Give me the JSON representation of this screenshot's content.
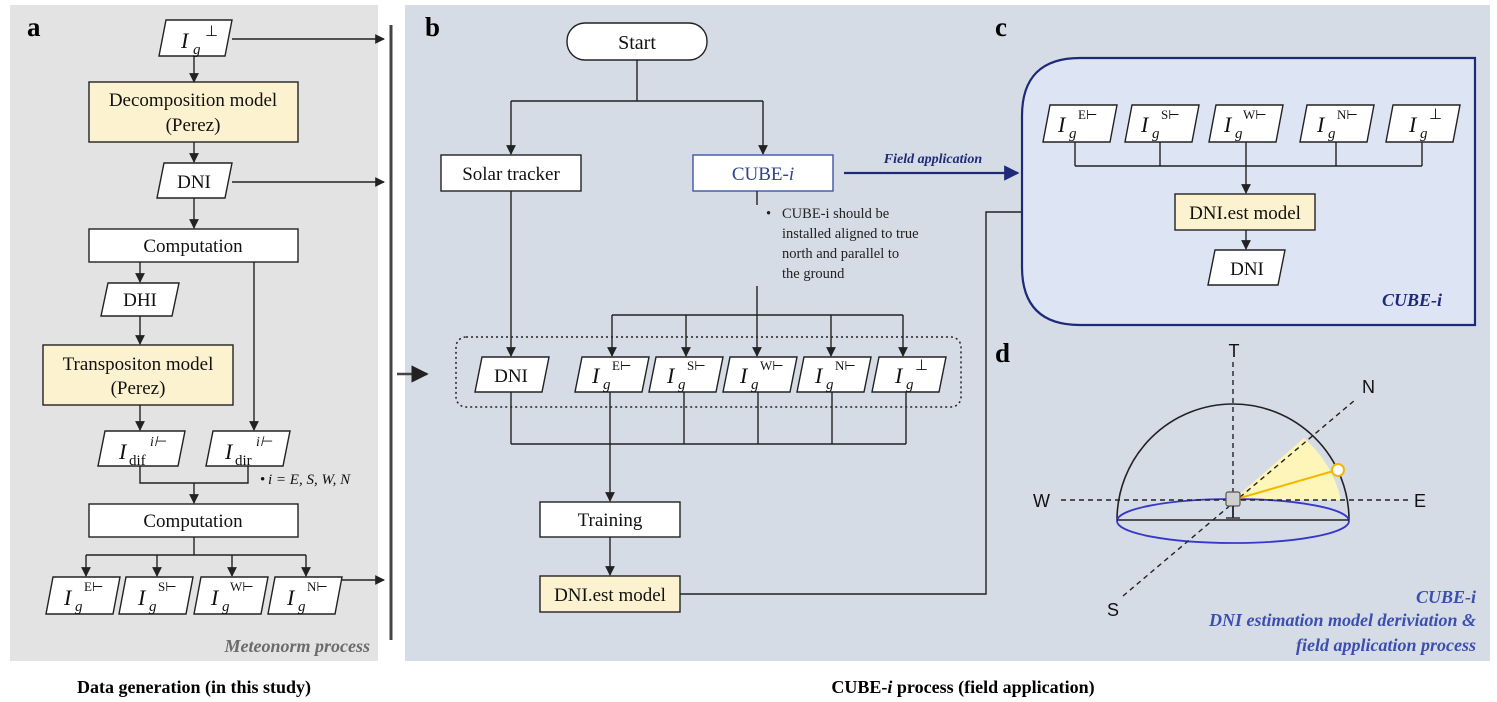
{
  "panels": {
    "a": "a",
    "b": "b",
    "c": "c",
    "d": "d"
  },
  "panel_a": {
    "ig_perp": {
      "sym": "I",
      "sub": "g",
      "sup": "⊥"
    },
    "decomp_line1": "Decomposition model",
    "decomp_line2": "(Perez)",
    "dni": "DNI",
    "computation1": "Computation",
    "dhi": "DHI",
    "transp_line1": "Transpositon model",
    "transp_line2": "(Perez)",
    "idif": {
      "sym": "I",
      "sub": "dif",
      "sup": "i⊢"
    },
    "idir": {
      "sym": "I",
      "sub": "dir",
      "sup": "i⊢"
    },
    "note": "i = E, S, W, N",
    "computation2": "Computation",
    "outputs": [
      {
        "sym": "I",
        "sub": "g",
        "sup": "E⊢"
      },
      {
        "sym": "I",
        "sub": "g",
        "sup": "S⊢"
      },
      {
        "sym": "I",
        "sub": "g",
        "sup": "W⊢"
      },
      {
        "sym": "I",
        "sub": "g",
        "sup": "N⊢"
      }
    ],
    "process_label": "Meteonorm process"
  },
  "panel_b": {
    "start": "Start",
    "solar_tracker": "Solar tracker",
    "cube_prefix": "CUBE-",
    "cube_i": "i",
    "field_application": "Field application",
    "note_lines": [
      "CUBE-i should be",
      "installed aligned to true",
      "north and parallel to",
      "the ground"
    ],
    "dni": "DNI",
    "inputs": [
      {
        "sym": "I",
        "sub": "g",
        "sup": "E⊢"
      },
      {
        "sym": "I",
        "sub": "g",
        "sup": "S⊢"
      },
      {
        "sym": "I",
        "sub": "g",
        "sup": "W⊢"
      },
      {
        "sym": "I",
        "sub": "g",
        "sup": "N⊢"
      },
      {
        "sym": "I",
        "sub": "g",
        "sup": "⊥"
      }
    ],
    "training": "Training",
    "model": "DNI.est model"
  },
  "panel_c": {
    "inputs": [
      {
        "sym": "I",
        "sub": "g",
        "sup": "E⊢"
      },
      {
        "sym": "I",
        "sub": "g",
        "sup": "S⊢"
      },
      {
        "sym": "I",
        "sub": "g",
        "sup": "W⊢"
      },
      {
        "sym": "I",
        "sub": "g",
        "sup": "N⊢"
      },
      {
        "sym": "I",
        "sub": "g",
        "sup": "⊥"
      }
    ],
    "model": "DNI.est model",
    "dni": "DNI",
    "label": "CUBE-i"
  },
  "panel_d": {
    "t": "T",
    "n": "N",
    "w": "W",
    "e": "E",
    "s": "S",
    "label_line1": "CUBE-i",
    "label_line2": "DNI estimation model deriviation &",
    "label_line3": "field application process"
  },
  "captions": {
    "left": "Data generation (in this study)",
    "right_prefix": "CUBE-",
    "right_i": "i",
    "right_suffix": " process (field application)"
  },
  "colors": {
    "panel_a_bg": "#e4e3e3",
    "panel_b_bg": "#d6dce6",
    "model_fill": "#fdf2d0",
    "cube_box_bg": "#dde4f3",
    "cube_box_border": "#1e2a78",
    "sun_wedge": "#fdf6b8",
    "sun_ray": "#f2b800",
    "ellipse": "#3838c8"
  }
}
